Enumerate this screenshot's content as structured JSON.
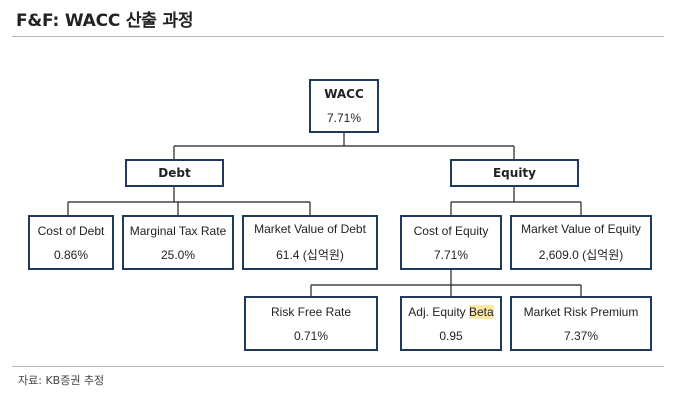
{
  "title": "F&F: WACC 산출 과정",
  "source": "자료: KB증권 추정",
  "wacc": {
    "label": "WACC",
    "value": "7.71%"
  },
  "debt": {
    "label": "Debt"
  },
  "equity": {
    "label": "Equity"
  },
  "cost_of_debt": {
    "label": "Cost of Debt",
    "value": "0.86%"
  },
  "marginal_tax_rate": {
    "label": "Marginal Tax Rate",
    "value": "25.0%"
  },
  "market_value_of_debt": {
    "label": "Market Value of Debt",
    "value": "61.4 (십억원)"
  },
  "cost_of_equity": {
    "label": "Cost of Equity",
    "value": "7.71%"
  },
  "market_value_of_equity": {
    "label": "Market Value of Equity",
    "value": "2,609.0 (십억원)"
  },
  "risk_free_rate": {
    "label": "Risk Free Rate",
    "value": "0.71%"
  },
  "adj_equity_beta": {
    "label_prefix": "Adj. Equity ",
    "label_highlight": "Beta",
    "value": "0.95"
  },
  "market_risk_premium": {
    "label": "Market Risk Premium",
    "value": "7.37%"
  }
}
